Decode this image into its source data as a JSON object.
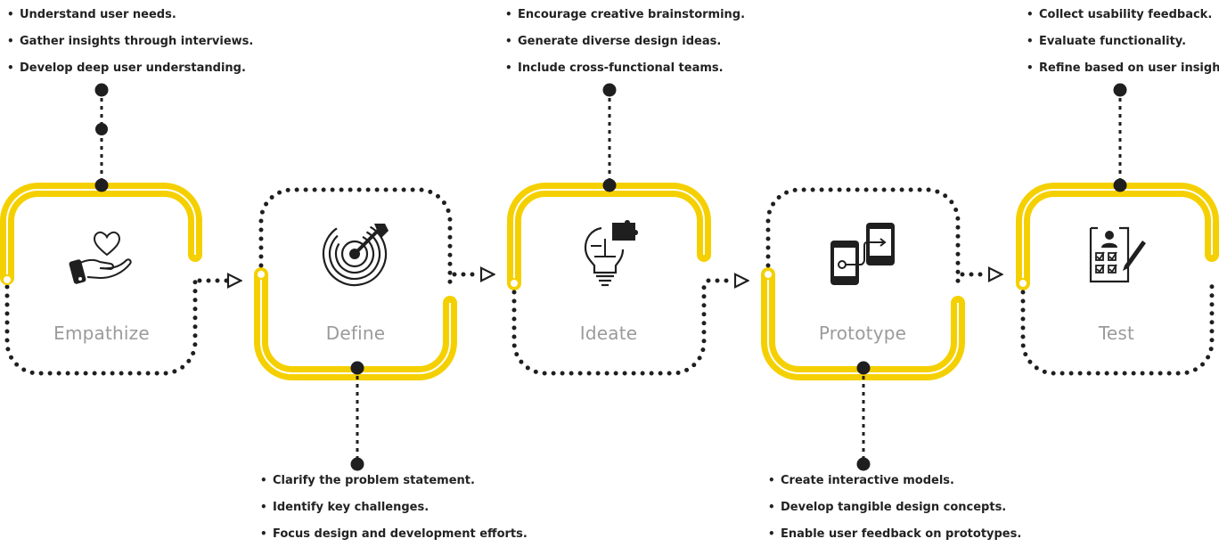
{
  "colors": {
    "accent": "#f5d000",
    "dark": "#1f1f1f",
    "label": "#9b9b9b",
    "text": "#222222"
  },
  "stages": [
    {
      "name": "Empathize",
      "icon": "heart-in-hand-icon",
      "bullets": [
        "Understand user needs.",
        "Gather insights through interviews.",
        "Develop deep user understanding."
      ]
    },
    {
      "name": "Define",
      "icon": "target-with-arrow-icon",
      "bullets": [
        "Clarify the problem statement.",
        "Identify key challenges.",
        "Focus design and development efforts."
      ]
    },
    {
      "name": "Ideate",
      "icon": "puzzle-lightbulb-icon",
      "bullets": [
        "Encourage creative brainstorming.",
        "Generate diverse design ideas.",
        "Include cross-functional teams."
      ]
    },
    {
      "name": "Prototype",
      "icon": "connected-devices-icon",
      "bullets": [
        "Create interactive models.",
        "Develop tangible design concepts.",
        "Enable user feedback on prototypes."
      ]
    },
    {
      "name": "Test",
      "icon": "checklist-clipboard-icon",
      "bullets": [
        "Collect usability feedback.",
        "Evaluate functionality.",
        "Refine based on user insights."
      ]
    }
  ]
}
